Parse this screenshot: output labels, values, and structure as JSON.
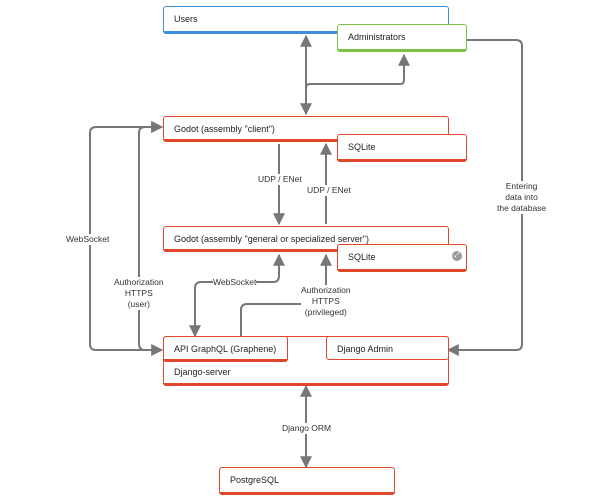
{
  "nodes": {
    "users": "Users",
    "administrators": "Administrators",
    "godot_client": "Godot (assembly \"client\")",
    "sqlite_client": "SQLite",
    "godot_server": "Godot (assembly \"general or specialized server\")",
    "sqlite_server": "SQLite",
    "api_graphql": "API GraphQL (Graphene)",
    "django_admin": "Django Admin",
    "django_server": "Django-server",
    "postgresql": "PostgreSQL"
  },
  "edges": {
    "udp_enet_down": "UDP / ENet",
    "udp_enet_up": "UDP / ENet",
    "websocket_outer": "WebSocket",
    "websocket_inner": "WebSocket",
    "auth_user": [
      "Authorization",
      "HTTPS",
      "(user)"
    ],
    "auth_privileged": [
      "Authorization",
      "HTTPS",
      "(privileged)"
    ],
    "entering_data": [
      "Entering",
      "data into",
      "the database"
    ],
    "django_orm": "Django ORM"
  },
  "colors": {
    "node_border": "#e0472a",
    "users_border": "#3e8ee0",
    "admins_border": "#7fc143",
    "connector": "#777777"
  },
  "icons": {
    "expand": "expand-icon"
  }
}
